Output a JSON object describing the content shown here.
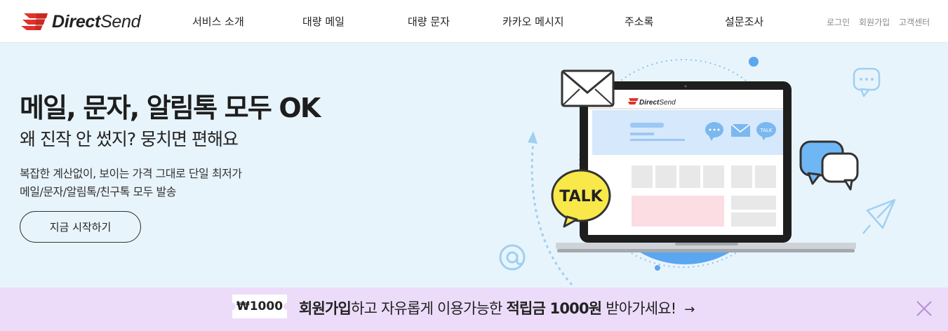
{
  "header": {
    "logo": {
      "bold": "Direct",
      "regular": "Send"
    },
    "nav": [
      {
        "label": "서비스 소개"
      },
      {
        "label": "대량 메일"
      },
      {
        "label": "대량 문자"
      },
      {
        "label": "카카오 메시지"
      },
      {
        "label": "주소록"
      },
      {
        "label": "설문조사"
      }
    ],
    "utility": [
      {
        "label": "로그인"
      },
      {
        "label": "회원가입"
      },
      {
        "label": "고객센터"
      }
    ]
  },
  "hero": {
    "headline": "메일, 문자, 알림톡 모두 OK",
    "subheadline": "왜 진작 안 썼지? 뭉치면 편해요",
    "description": [
      "복잡한 계산없이, 보이는 가격 그대로 단일 최저가",
      "메일/문자/알림톡/친구톡 모두 발송"
    ],
    "cta_label": "지금 시작하기",
    "illustration": {
      "screen_logo": {
        "bold": "Direct",
        "regular": "Send"
      },
      "talk_bubble": "TALK",
      "small_talk": "TALK",
      "icons": [
        "envelope-icon",
        "laptop-icon",
        "chat-bubble-icon",
        "paper-plane-icon",
        "at-sign-icon"
      ]
    }
  },
  "banner": {
    "coupon": "₩1000",
    "msg_bold1": "회원가입",
    "msg_text1": "하고 자유롭게 이용가능한 ",
    "msg_bold2": "적립금 1000원",
    "msg_text2": " 받아가세요!",
    "arrow": "→"
  },
  "colors": {
    "hero_bg": "#e8f4fc",
    "banner_bg": "#ecdcfa",
    "accent_blue": "#5aa6f0",
    "brand_red": "#e0322b",
    "talk_yellow": "#f8e84a"
  }
}
